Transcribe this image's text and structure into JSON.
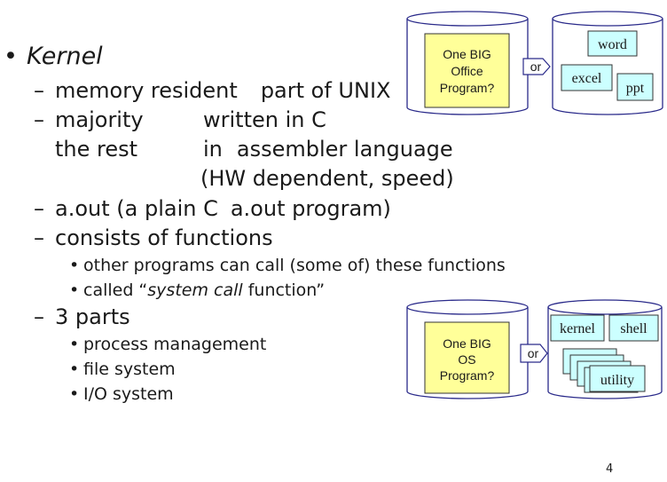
{
  "slide": {
    "heading": "Kernel",
    "items": [
      {
        "text": "memory resident",
        "text2": "part of UNIX"
      },
      {
        "text": "majority",
        "text2": "written in C"
      },
      {
        "text": "the rest",
        "text2": "in",
        "text3": "assembler language"
      },
      {
        "text": "(HW dependent, speed)"
      },
      {
        "text": "a.out (a plain C",
        "text2": "a.out program)"
      },
      {
        "text": "consists of functions"
      },
      {
        "text": "other programs can call (some of) these functions"
      },
      {
        "text": "called “",
        "emphasis": "system call",
        "text2": " function”"
      },
      {
        "text": "3 parts"
      },
      {
        "text": "process management"
      },
      {
        "text": "file system"
      },
      {
        "text": "I/O system"
      }
    ],
    "page_number": "4"
  },
  "diagram_top": {
    "big_label_line1": "One BIG",
    "big_label_line2": "Office",
    "big_label_line3": "Program?",
    "or_label": "or",
    "parts": [
      "word",
      "excel",
      "ppt"
    ]
  },
  "diagram_bottom": {
    "big_label_line1": "One BIG",
    "big_label_line2": "OS",
    "big_label_line3": "Program?",
    "or_label": "or",
    "parts": [
      "kernel",
      "shell",
      "utility"
    ]
  },
  "colors": {
    "outline": "#2a2a8a",
    "box_yellow": "#ffff99",
    "box_cyan": "#ccffff",
    "text": "#1a1a1a"
  }
}
